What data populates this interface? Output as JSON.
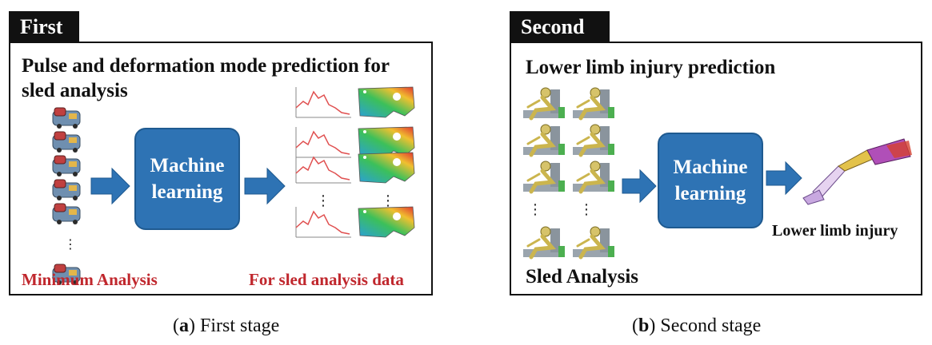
{
  "panels": {
    "first": {
      "tab": "First",
      "heading_line1": "Pulse and deformation mode prediction for",
      "heading_line2": "sled analysis",
      "ml_box_line1": "Machine",
      "ml_box_line2": "learning",
      "left_label": "Minimum Analysis",
      "right_label": "For sled analysis data",
      "vehicle_icon": "car-model-icon",
      "pulse_icon": "pulse-curve-icon",
      "deformation_icon": "deformation-contour-icon"
    },
    "second": {
      "tab": "Second",
      "heading": "Lower limb injury prediction",
      "ml_box_line1": "Machine",
      "ml_box_line2": "learning",
      "left_label": "Sled Analysis",
      "right_label": "Lower limb injury",
      "dummy_icon": "sled-dummy-icon",
      "leg_icon": "lower-limb-icon"
    }
  },
  "captions": {
    "a_letter": "a",
    "a_text": ") First stage",
    "b_letter": "b",
    "b_text": ") Second stage"
  },
  "colors": {
    "arrow_blue": "#2e73b4",
    "accent_red": "#c0272d",
    "curve_red": "#e05050"
  }
}
